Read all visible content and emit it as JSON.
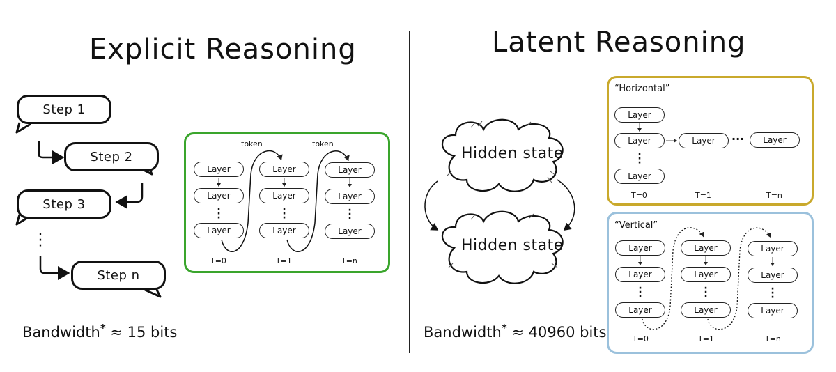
{
  "explicit": {
    "title": "Explicit Reasoning",
    "steps": [
      "Step 1",
      "Step 2",
      "Step 3",
      "Step n"
    ],
    "bandwidth_label": "Bandwidth",
    "bandwidth_value": "≈ 15 bits",
    "layer_label": "Layer",
    "token_label": "token",
    "time_labels": [
      "T=0",
      "T=1",
      "T=n"
    ],
    "panel_color": "#3aa52c"
  },
  "latent": {
    "title": "Latent Reasoning",
    "hidden_state_label": "Hidden state",
    "bandwidth_label": "Bandwidth",
    "bandwidth_value": "≈ 40960 bits",
    "horizontal": {
      "title": "“Horizontal”",
      "layer_label": "Layer",
      "time_labels": [
        "T=0",
        "T=1",
        "T=n"
      ],
      "panel_color": "#c9a92c"
    },
    "vertical": {
      "title": "“Vertical”",
      "layer_label": "Layer",
      "time_labels": [
        "T=0",
        "T=1",
        "T=n"
      ],
      "panel_color": "#9bc1dc"
    }
  },
  "asterisk": "*"
}
